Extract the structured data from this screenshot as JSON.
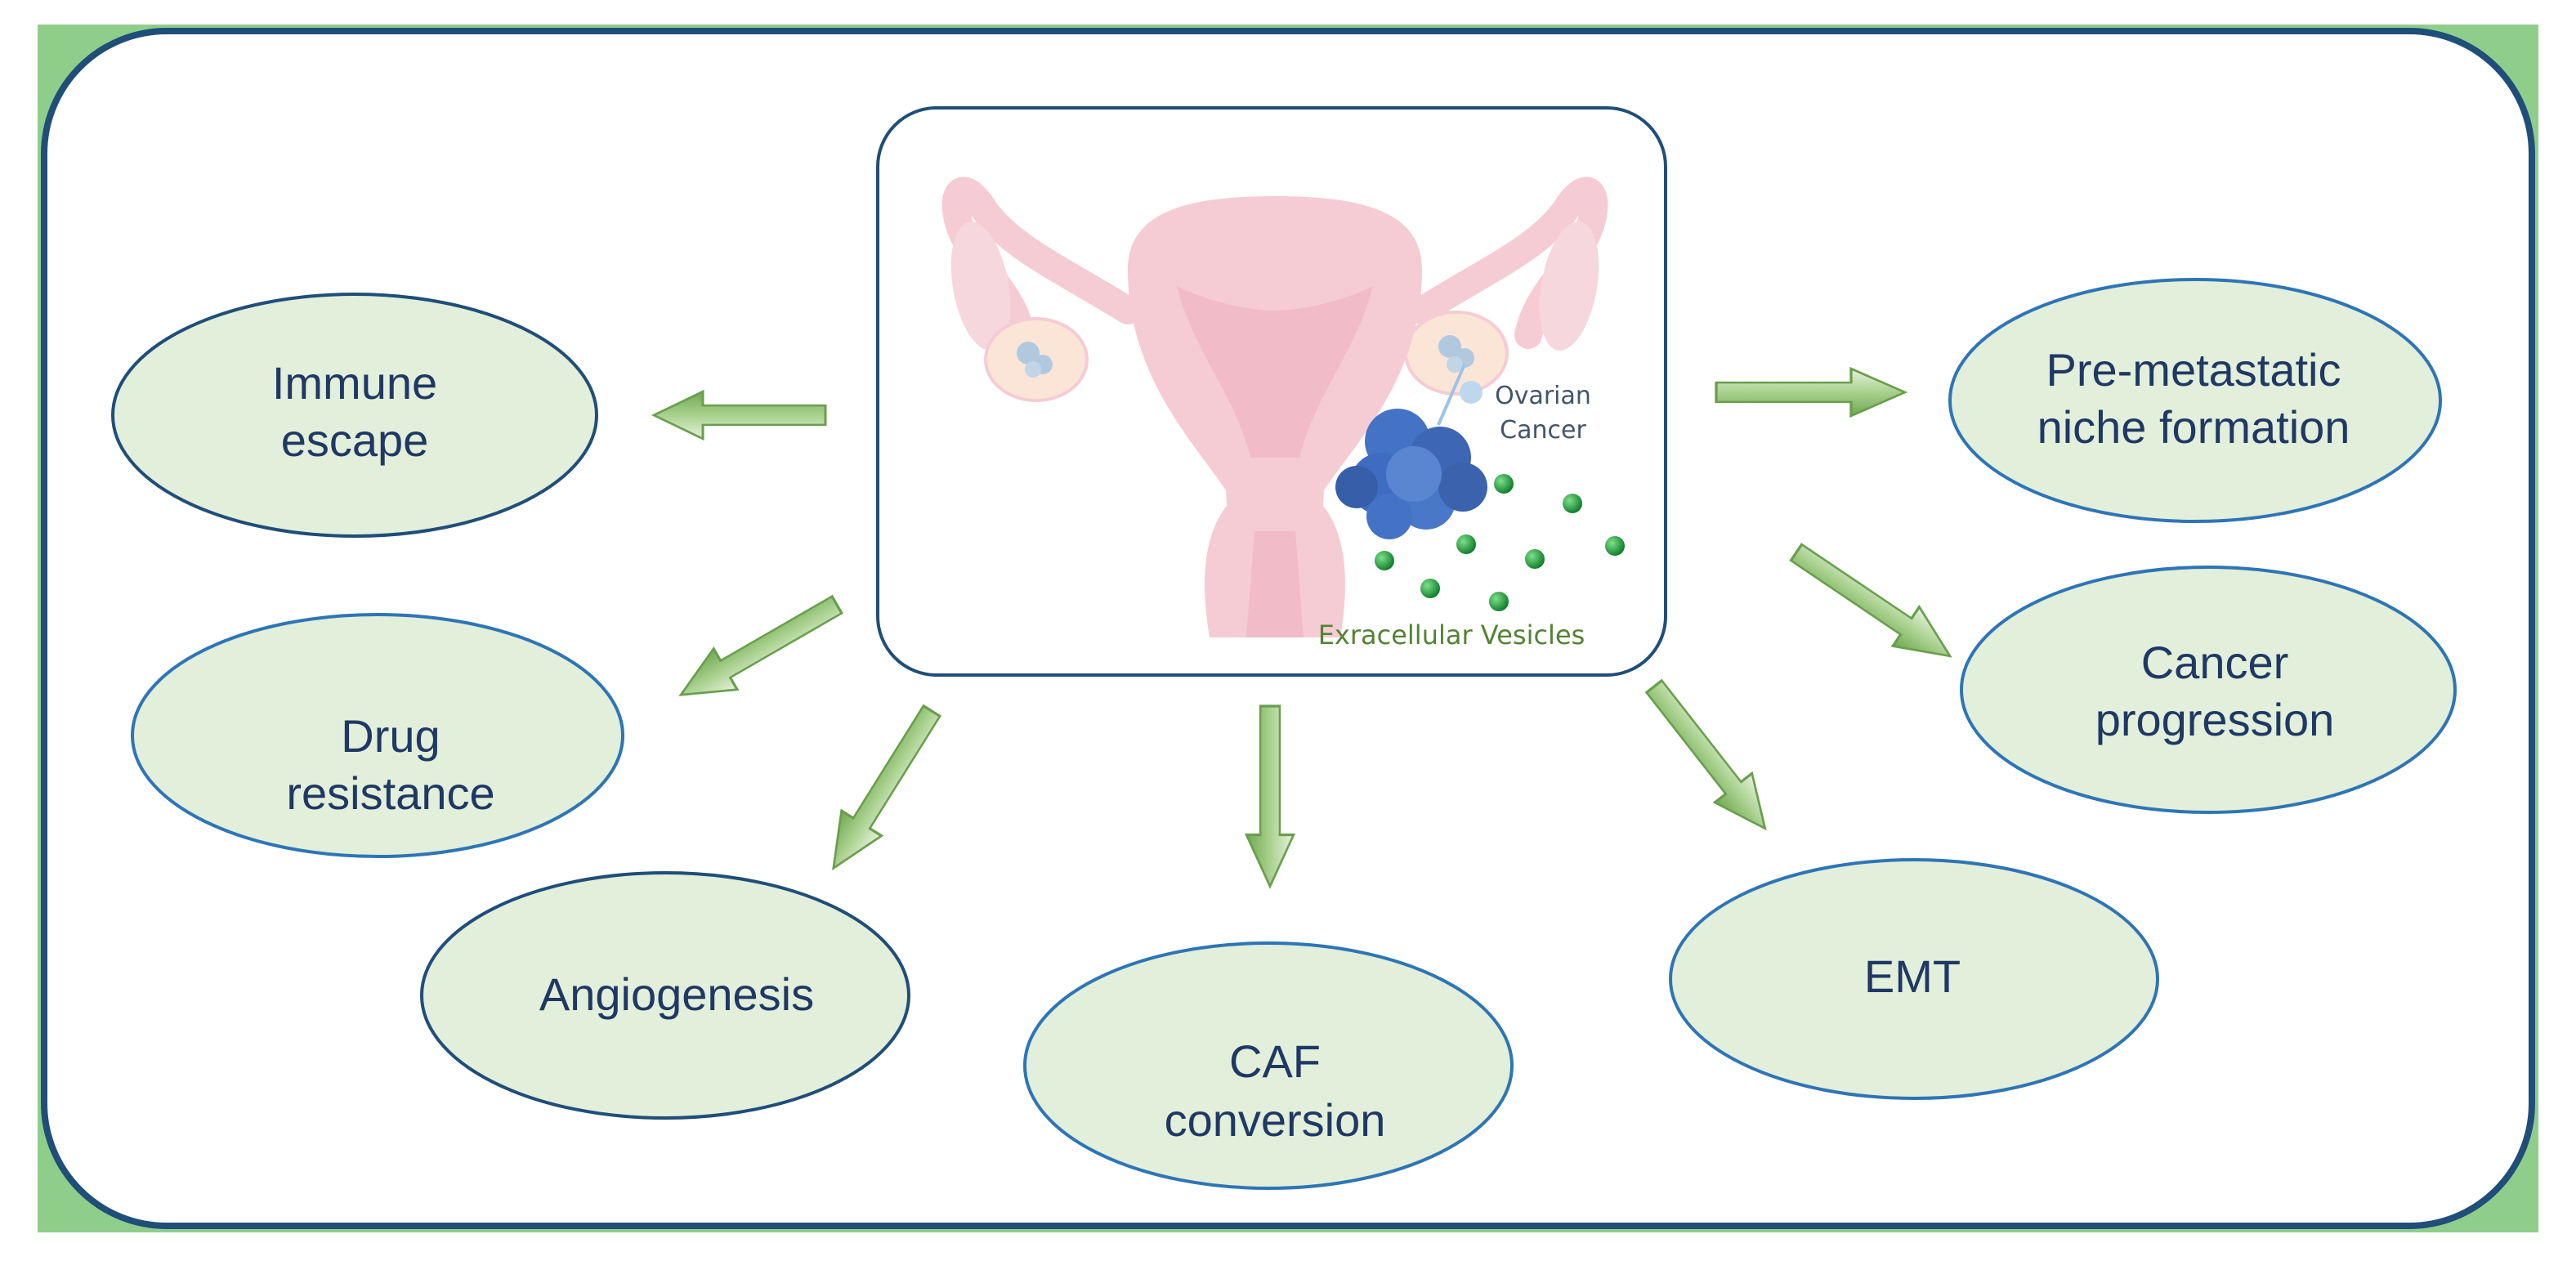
{
  "diagram": {
    "colors": {
      "frame_border": "#1f4e79",
      "corner_green": "#8fce8a",
      "oval_fill": "#e2efda",
      "oval_border": "#2e75b6",
      "oval_text": "#1f3864",
      "arrow_green": "#a9d18e",
      "uterus_pink": "#f4c7d0",
      "vesicle_green": "#1e9e3a",
      "tumor_blue": "#4472c4"
    },
    "center": {
      "labels": {
        "ovarian": "Ovarian",
        "cancer": "Cancer",
        "vesicles": "Exracellular Vesicles"
      },
      "icons": [
        "uterus-icon",
        "tumor-cluster-icon",
        "vesicle-dots-icon"
      ]
    },
    "outcomes": {
      "immune_escape": {
        "line1": "Immune",
        "line2": "escape"
      },
      "drug_resistance": {
        "line1": "Drug",
        "line2": "resistance"
      },
      "angiogenesis": {
        "line1": "Angiogenesis"
      },
      "caf_conversion": {
        "line1": "CAF",
        "line2": "conversion"
      },
      "emt": {
        "line1": "EMT"
      },
      "cancer_progression": {
        "line1": "Cancer",
        "line2": "progression"
      },
      "premetastatic_niche": {
        "line1": "Pre-metastatic",
        "line2": "niche formation"
      }
    }
  }
}
